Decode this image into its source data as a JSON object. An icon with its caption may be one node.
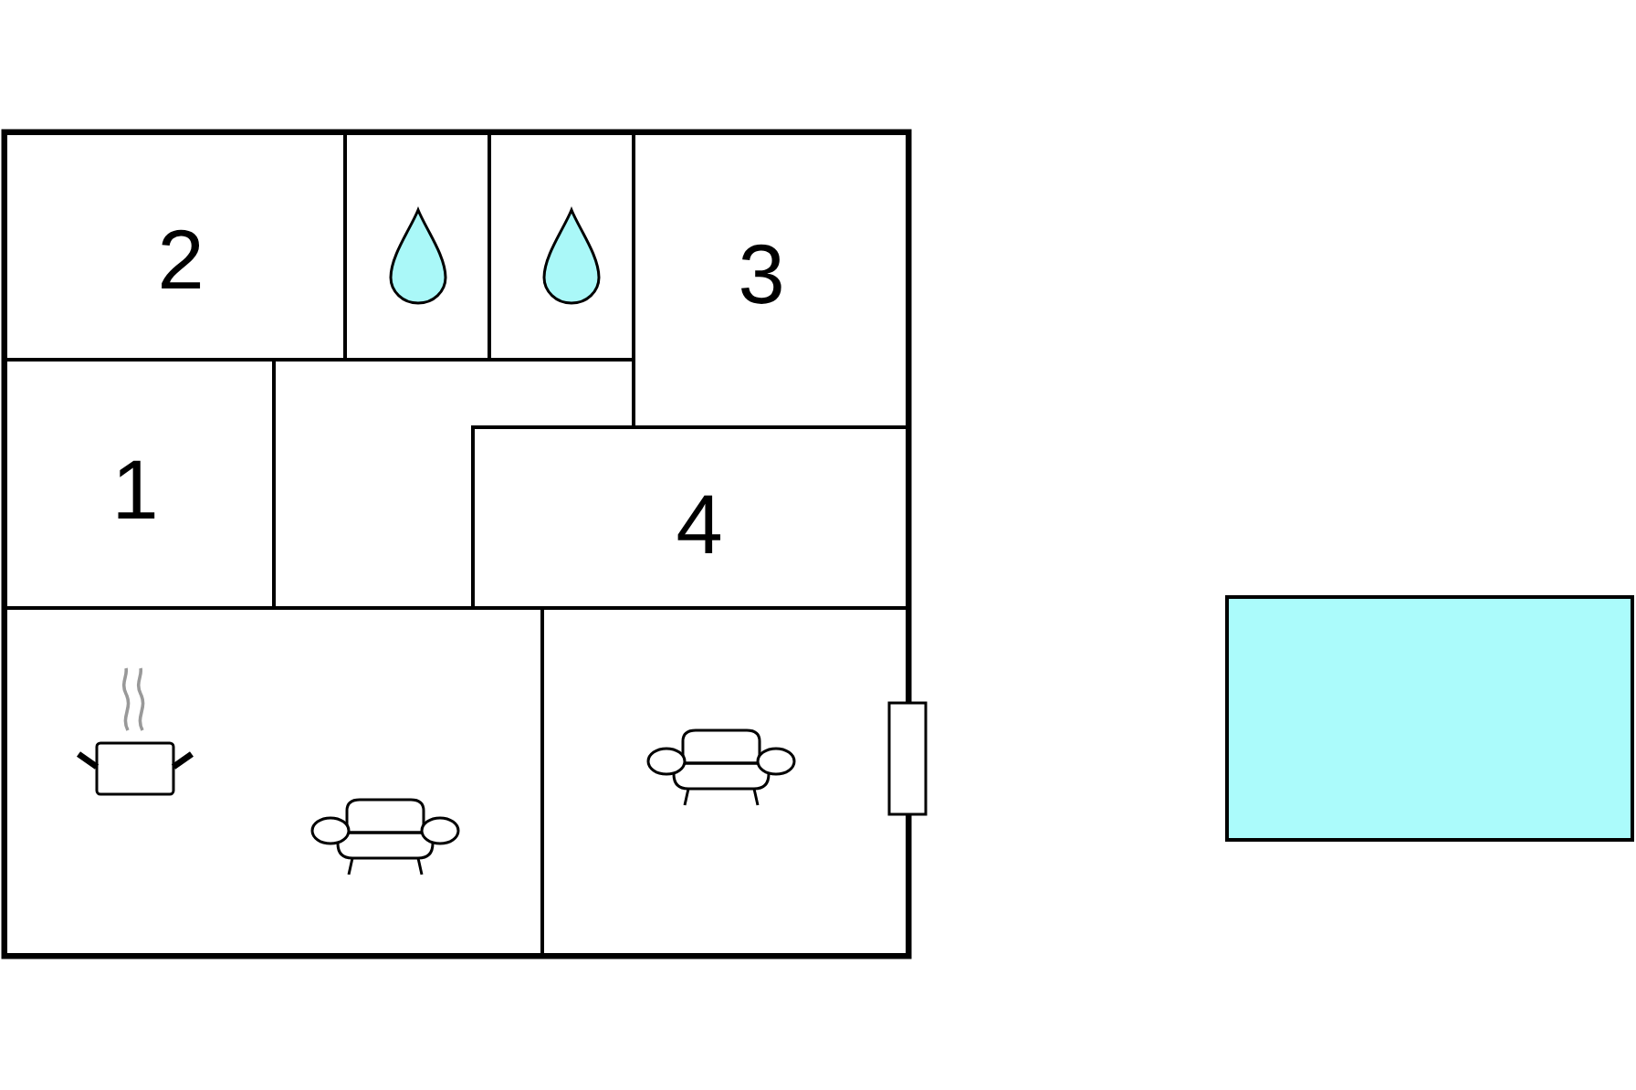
{
  "diagram": {
    "nodes": [
      {
        "text": [],
        "shape": "box"
      },
      {
        "text": [
          "2"
        ],
        "in": 0
      },
      {
        "text": [],
        "shape": "box",
        "in": 0
      },
      {
        "text": [],
        "shape": "box",
        "in": 0
      },
      {
        "text": [
          "3"
        ],
        "in": 0
      },
      {
        "text": [
          "1"
        ],
        "in": 0
      },
      {
        "text": [],
        "shape": "box",
        "in": 0
      },
      {
        "text": [
          "4"
        ],
        "in": 0
      },
      {
        "text": [],
        "shape": "box",
        "in": 0
      },
      {
        "text": [],
        "shape": "box",
        "in": 0
      },
      {
        "text": [],
        "shape": "box"
      }
    ]
  }
}
